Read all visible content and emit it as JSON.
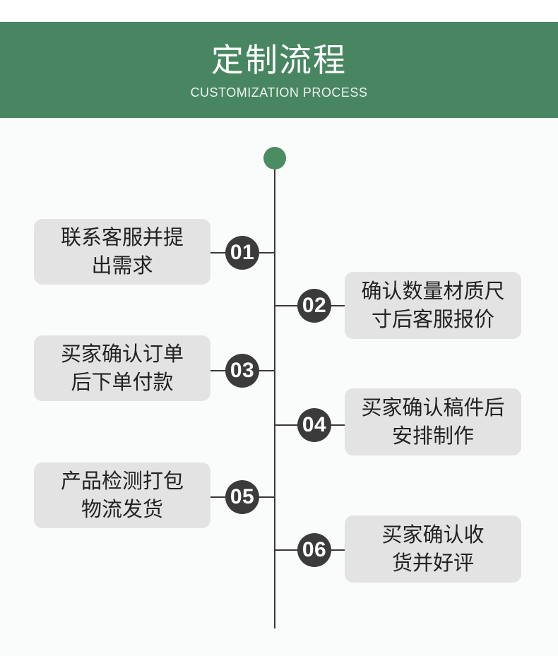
{
  "header": {
    "title": "定制流程",
    "subtitle": "CUSTOMIZATION PROCESS"
  },
  "timeline": {
    "steps": [
      {
        "number": "01",
        "side": "left",
        "line1": "联系客服并提",
        "line2": "出需求"
      },
      {
        "number": "02",
        "side": "right",
        "line1": "确认数量材质尺",
        "line2": "寸后客服报价"
      },
      {
        "number": "03",
        "side": "left",
        "line1": "买家确认订单",
        "line2": "后下单付款"
      },
      {
        "number": "04",
        "side": "right",
        "line1": "买家确认稿件后",
        "line2": "安排制作"
      },
      {
        "number": "05",
        "side": "left",
        "line1": "产品检测打包",
        "line2": "物流发货"
      },
      {
        "number": "06",
        "side": "right",
        "line1": "买家确认收",
        "line2": "货并好评"
      }
    ]
  },
  "colors": {
    "header_green": "#488661",
    "dot_green": "#4b8c63",
    "line_dark": "#3a3a3a",
    "circle_dark": "#3b3b3b",
    "box_gray": "#e3e3e3",
    "page_bg": "#fafbfb",
    "text_dark": "#222222",
    "subtitle_white": "#eef4ef"
  }
}
